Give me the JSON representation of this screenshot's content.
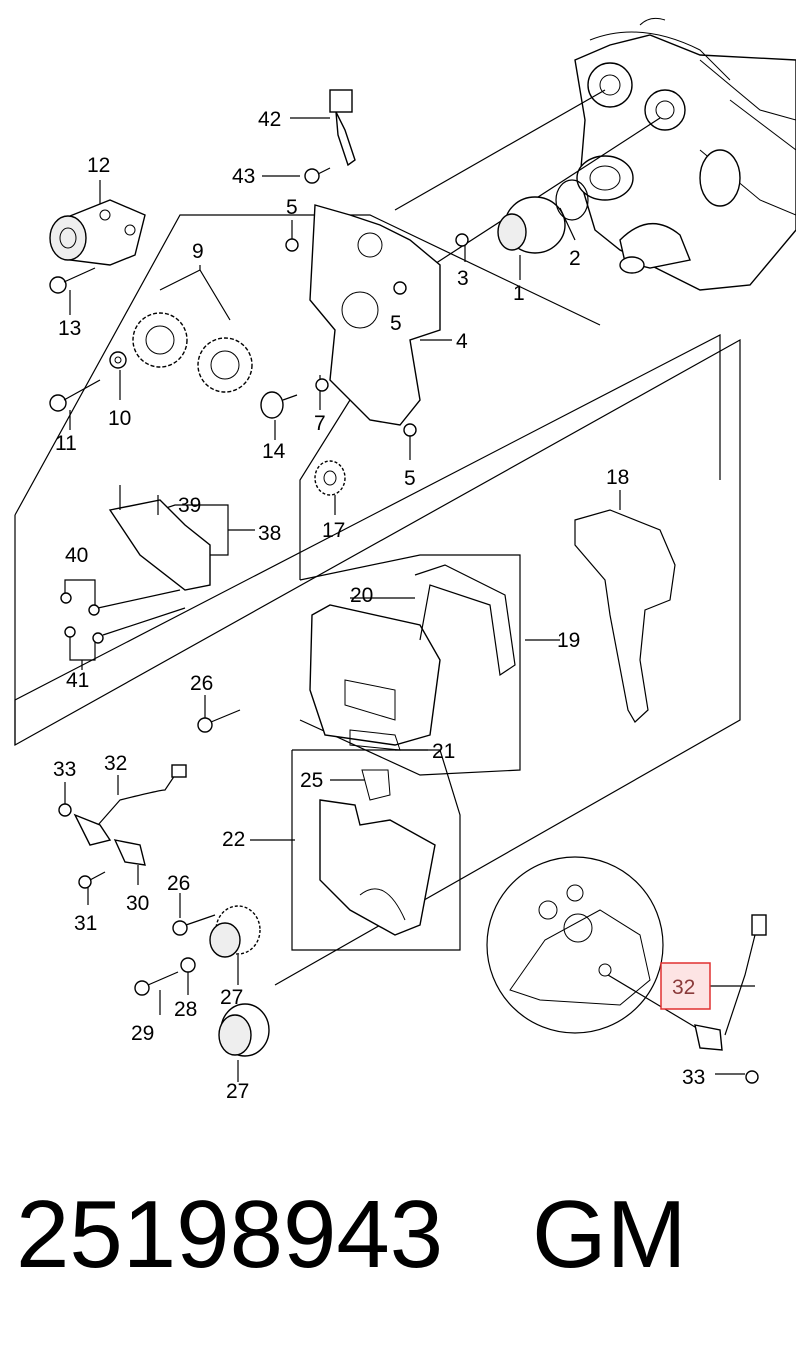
{
  "callouts": {
    "c1": "1",
    "c2": "2",
    "c3": "3",
    "c4": "4",
    "c5a": "5",
    "c5b": "5",
    "c5c": "5",
    "c7": "7",
    "c9": "9",
    "c10": "10",
    "c11": "11",
    "c12": "12",
    "c13": "13",
    "c14": "14",
    "c17": "17",
    "c18": "18",
    "c19": "19",
    "c20": "20",
    "c21": "21",
    "c22": "22",
    "c25": "25",
    "c26a": "26",
    "c26b": "26",
    "c27a": "27",
    "c27b": "27",
    "c28": "28",
    "c29": "29",
    "c30": "30",
    "c31": "31",
    "c32a": "32",
    "c32b": "32",
    "c33a": "33",
    "c33b": "33",
    "c38": "38",
    "c39": "39",
    "c40": "40",
    "c41": "41",
    "c42": "42",
    "c43": "43"
  },
  "highlight": {
    "label": "32",
    "border_color": "#e03030",
    "fill_color": "#fde4e4",
    "text_color": "#8a3a3a"
  },
  "footer": {
    "part_number": "25198943",
    "brand": "GM"
  }
}
